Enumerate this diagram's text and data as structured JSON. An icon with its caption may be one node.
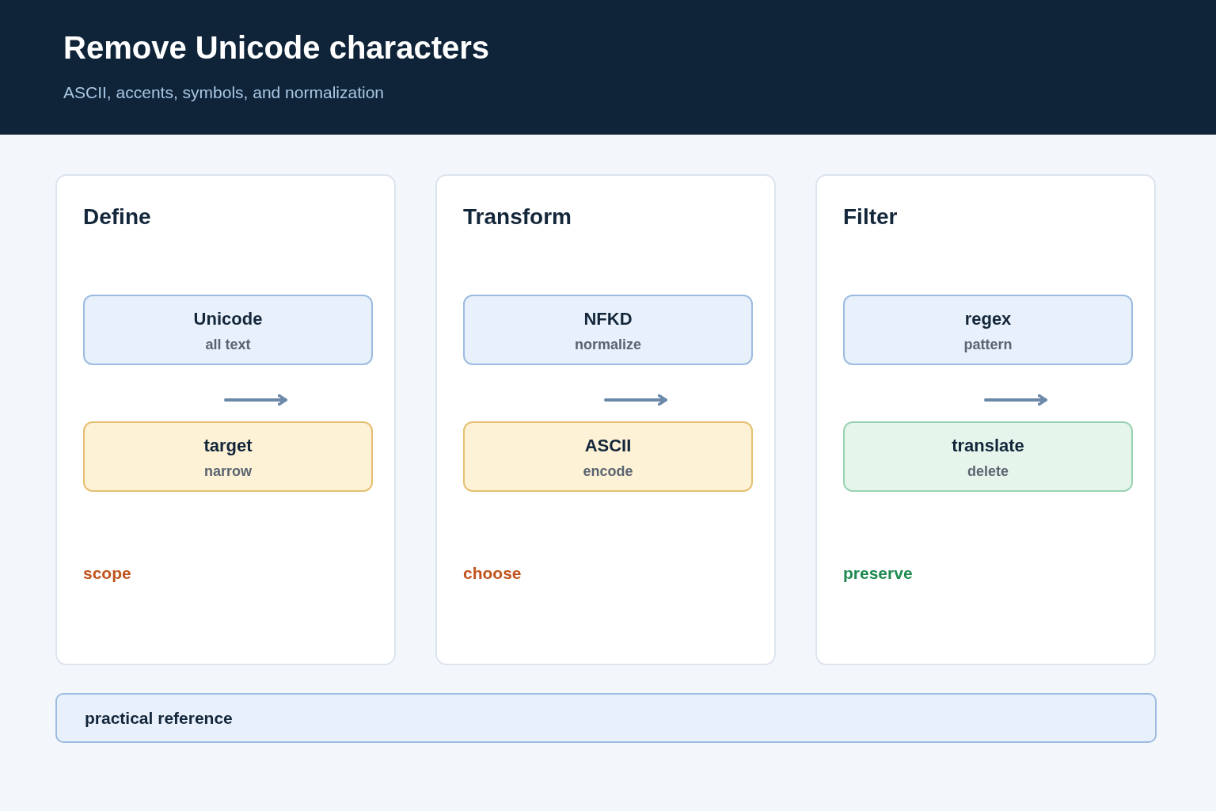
{
  "diagram": {
    "title": "Remove Unicode characters",
    "caption": "ASCII, accents, symbols, and normalization",
    "nodes": [
      {
        "text": [
          "Define",
          "scope"
        ]
      },
      {
        "text": [
          "Unicode",
          "all text"
        ],
        "in": 0
      },
      {
        "text": [
          "target",
          "narrow"
        ],
        "in": 0
      },
      {
        "text": [
          "Transform",
          "choose"
        ]
      },
      {
        "text": [
          "NFKD",
          "normalize"
        ],
        "in": 3
      },
      {
        "text": [
          "ASCII",
          "encode"
        ],
        "in": 3
      },
      {
        "text": [
          "Filter",
          "preserve"
        ]
      },
      {
        "text": [
          "regex",
          "pattern"
        ],
        "in": 6
      },
      {
        "text": [
          "translate",
          "delete"
        ],
        "in": 6
      },
      {
        "text": [
          "practical reference"
        ]
      }
    ]
  }
}
